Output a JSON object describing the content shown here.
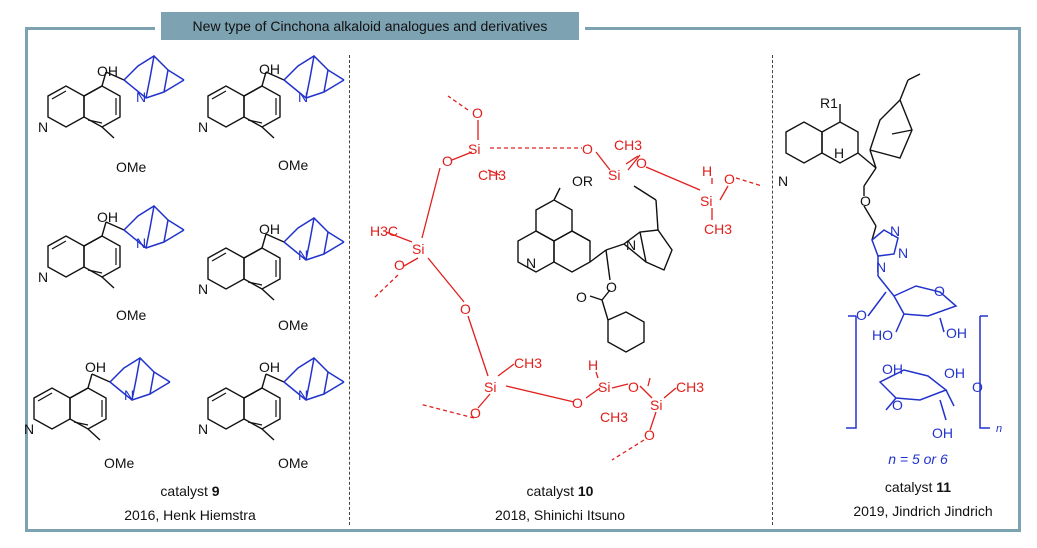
{
  "banner": {
    "title": "New type of Cinchona alkaloid analogues and derivatives"
  },
  "panels": [
    {
      "caption_prefix": "catalyst ",
      "catalyst_number": "9",
      "credit": "2016, Henk Hiemstra"
    },
    {
      "caption_prefix": "catalyst ",
      "catalyst_number": "10",
      "credit": "2018, Shinichi Itsuno"
    },
    {
      "caption_prefix": "catalyst ",
      "catalyst_number": "11",
      "credit": "2019, Jindrich Jindrich"
    }
  ],
  "panel1": {
    "hydroxyl": "OH",
    "quinoline_n": "N",
    "methoxy": "OMe",
    "amine_n": "N"
  },
  "panel2": {
    "silicon": "Si",
    "oxygen": "O",
    "methyl": "CH3",
    "methyl_left": "H3C",
    "hydrogen": "H",
    "ester_o": "OR",
    "quinoline_n": "N",
    "amine_n": "N"
  },
  "panel3": {
    "r_group": "R1",
    "hydrogen": "H",
    "oxygen": "O",
    "quinoline_n": "N",
    "triazole_n": "N",
    "hydroxyl": "OH",
    "hydroxyl_left": "HO",
    "repeat_n": "n",
    "repeat_note": "n = 5 or 6"
  },
  "colors": {
    "frame": "#7da3b3",
    "polymer": "#e0201d",
    "cinchona_core": "#2233cc"
  }
}
